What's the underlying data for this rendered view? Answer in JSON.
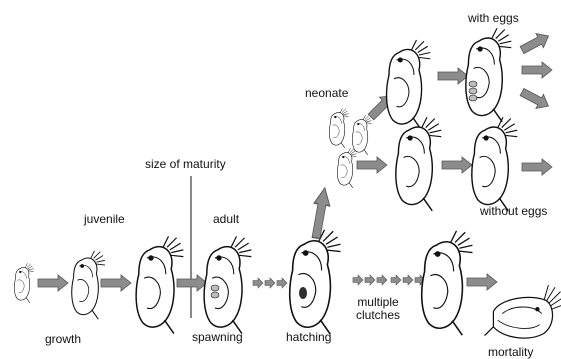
{
  "labels": {
    "growth": "growth",
    "juvenile": "juvenile",
    "size_of_maturity": "size of maturity",
    "adult": "adult",
    "spawning": "spawning",
    "hatching": "hatching",
    "neonate": "neonate",
    "multiple_clutches_line1": "multiple",
    "multiple_clutches_line2": "clutches",
    "with_eggs": "with eggs",
    "without_eggs": "without eggs",
    "mortality": "mortality"
  },
  "colors": {
    "arrow_fill": "#8c8c8c",
    "arrow_stroke": "#555555",
    "outline": "#111111",
    "egg": "#bdbdbd",
    "brood": "#2e2e2e"
  },
  "icons": [
    "daphnia-icon",
    "arrow-icon",
    "dotted-arrow-icon"
  ]
}
